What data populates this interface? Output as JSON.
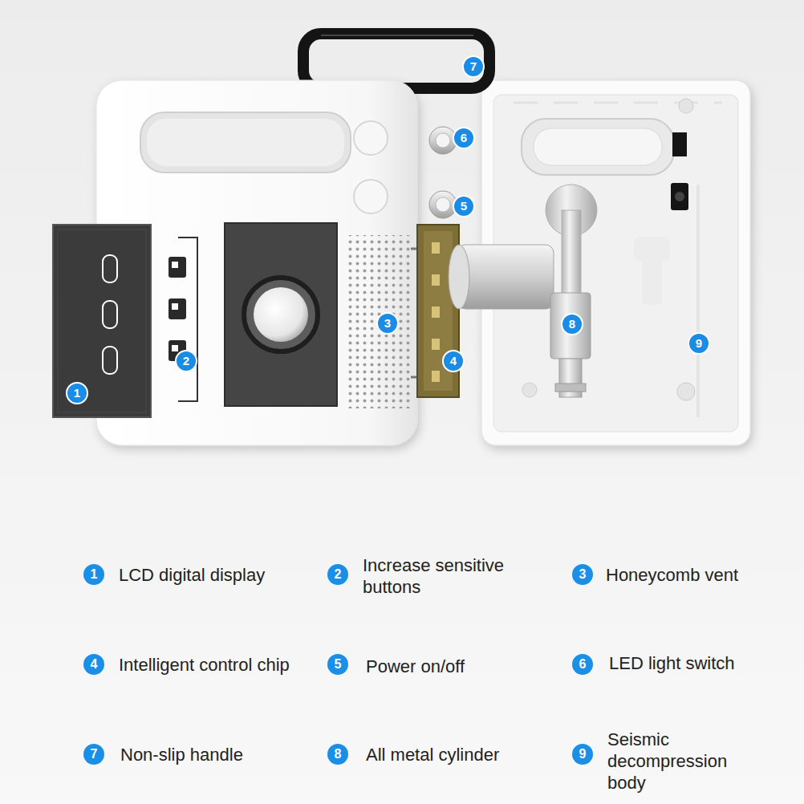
{
  "diagram": {
    "labels": [
      "7",
      "6",
      "5",
      "1",
      "2",
      "3",
      "4",
      "8",
      "9",
      "1",
      "LCD digital display",
      "2",
      "Increase sensitive buttons",
      "3",
      "Honeycomb vent",
      "4",
      "Intelligent control chip",
      "5",
      "Power on/off",
      "6",
      "LED light switch",
      "7",
      "Non-slip handle",
      "8",
      "All metal cylinder",
      "9",
      "Seismic decompression body"
    ]
  }
}
